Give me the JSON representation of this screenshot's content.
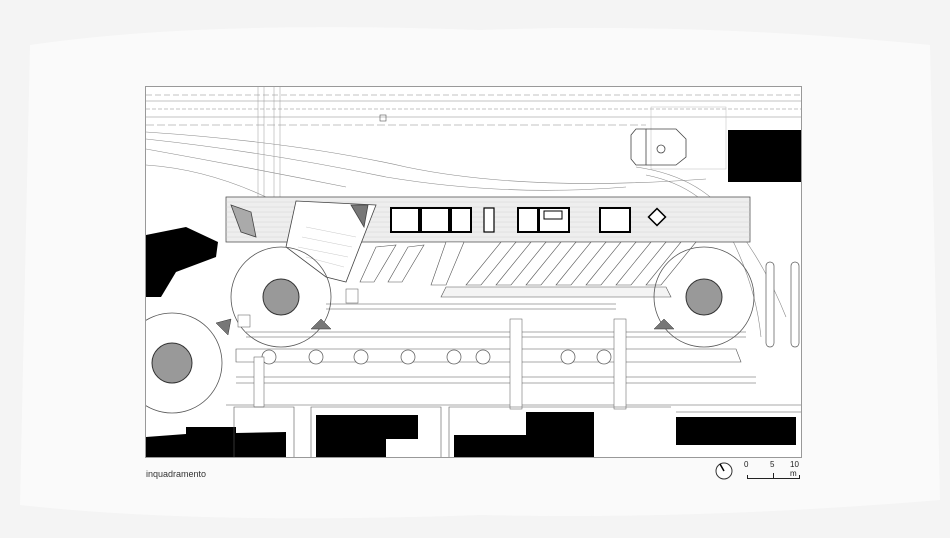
{
  "caption": "inquadramento",
  "scale": {
    "ticks": [
      "0",
      "5",
      "10 m"
    ]
  },
  "north_arrow": {
    "icon": "north-arrow-icon"
  },
  "colors": {
    "paper": "#ffffff",
    "background": "#f4f4f4",
    "ink": "#000000",
    "line": "#555555"
  }
}
